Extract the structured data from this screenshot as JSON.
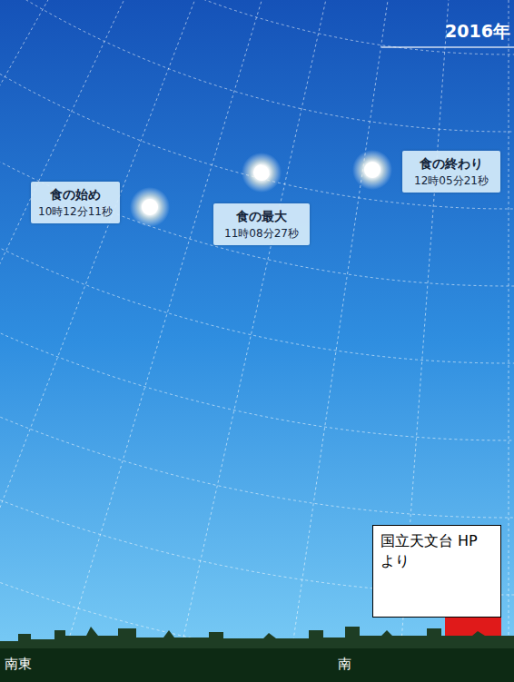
{
  "diagram": {
    "nodes": [
      {
        "text": [
          "食の始め",
          "10時12分11秒"
        ]
      },
      {
        "text": [
          "食の最大",
          "11時08分27秒"
        ]
      },
      {
        "text": [
          "食の終わり",
          "12時05分21秒"
        ]
      },
      {
        "text": [
          "国立天文台 HP より"
        ]
      }
    ],
    "labels": [
      "2016年",
      "南東",
      "南"
    ]
  }
}
